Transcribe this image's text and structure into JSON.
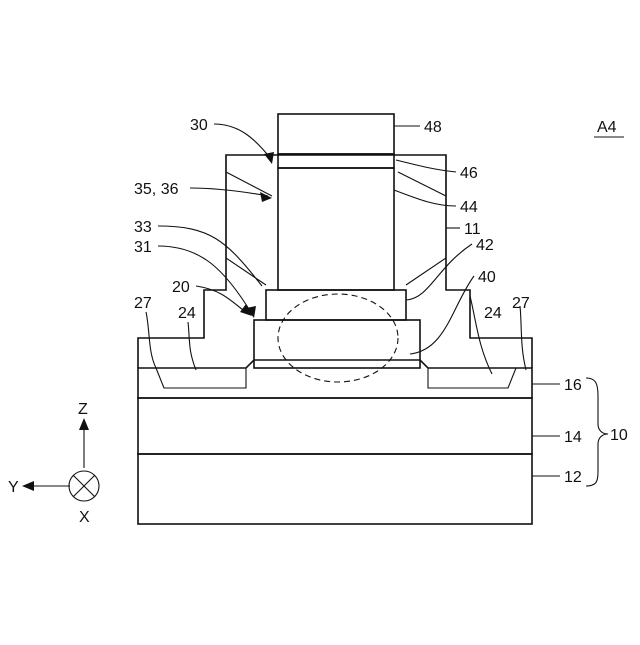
{
  "figure_label": "A4",
  "labels": {
    "l30": "30",
    "l35_36": "35, 36",
    "l33": "33",
    "l31": "31",
    "l20": "20",
    "l27_left": "27",
    "l24_left": "24",
    "l48": "48",
    "l46": "46",
    "l44": "44",
    "l11": "11",
    "l42": "42",
    "l40": "40",
    "l24_right": "24",
    "l27_right": "27",
    "l16": "16",
    "l14": "14",
    "l12": "12",
    "l10": "10"
  },
  "axes": {
    "z": "Z",
    "y": "Y",
    "x": "X"
  }
}
